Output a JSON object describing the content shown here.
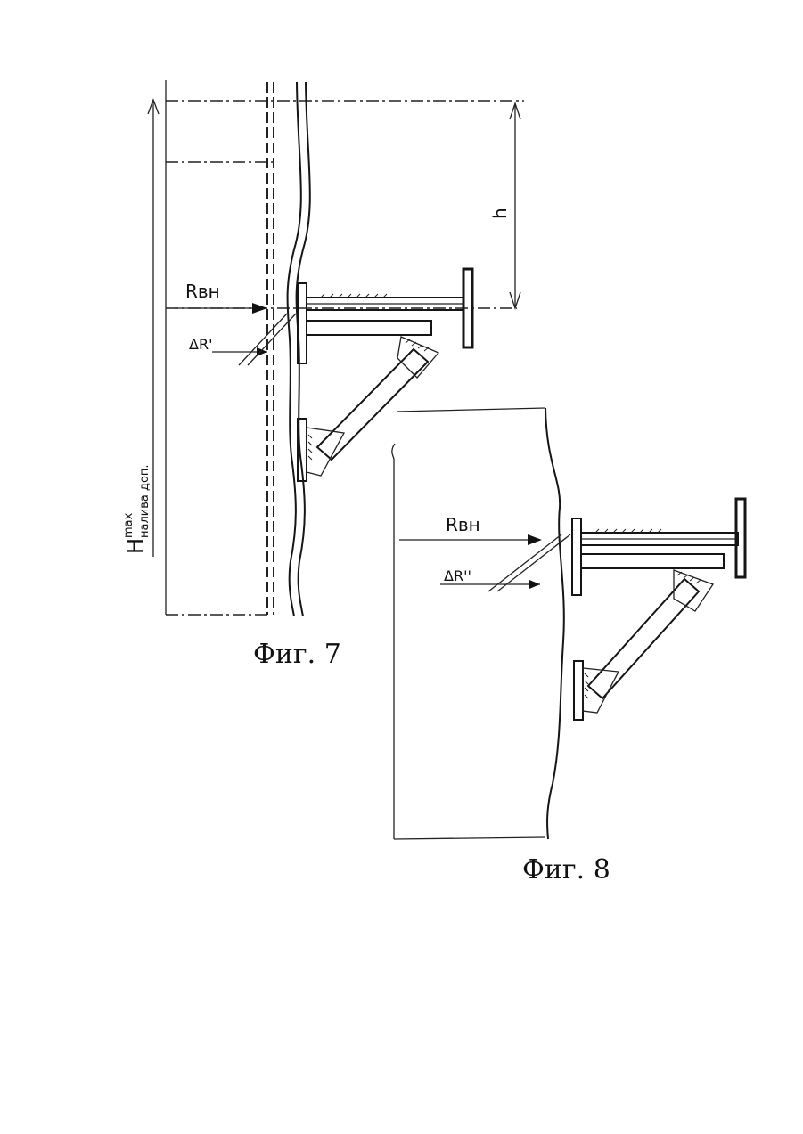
{
  "figures": [
    {
      "caption": "Фиг. 7",
      "labels": {
        "radius": "Rвн",
        "delta_radius": "ΔR'",
        "height": "h",
        "fill_height_main": "H",
        "fill_height_sup": "max",
        "fill_height_sub": "налива доп."
      }
    },
    {
      "caption": "Фиг. 8",
      "labels": {
        "radius": "Rвн",
        "delta_radius": "ΔR''"
      }
    }
  ]
}
